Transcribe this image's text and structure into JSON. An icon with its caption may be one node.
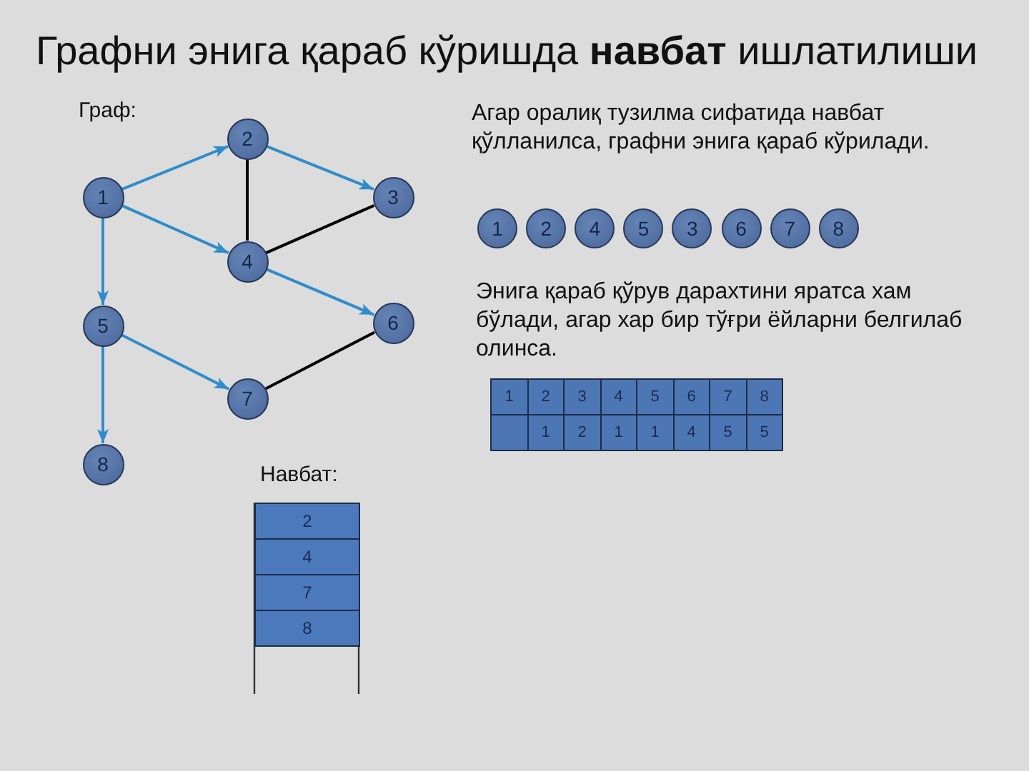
{
  "diagram": {
    "title": "Графни энига қараб кўришда **навбат** ишлатилиши",
    "nodes": [
      {
        "text": [
          "1"
        ]
      },
      {
        "text": [
          "2"
        ]
      },
      {
        "text": [
          "3"
        ]
      },
      {
        "text": [
          "4"
        ]
      },
      {
        "text": [
          "5"
        ]
      },
      {
        "text": [
          "6"
        ]
      },
      {
        "text": [
          "7"
        ]
      },
      {
        "text": [
          "8"
        ]
      },
      {
        "text": [
          "1"
        ]
      },
      {
        "text": [
          "2"
        ]
      },
      {
        "text": [
          "4"
        ]
      },
      {
        "text": [
          "5"
        ]
      },
      {
        "text": [
          "3"
        ]
      },
      {
        "text": [
          "6"
        ]
      },
      {
        "text": [
          "7"
        ]
      },
      {
        "text": [
          "8"
        ]
      }
    ],
    "edges": [
      {
        "from": 0,
        "to": 1,
        "arrow": "to"
      },
      {
        "from": 1,
        "to": 2,
        "arrow": "to"
      },
      {
        "from": 1,
        "to": 3,
        "arrow": "none",
        "color": "#000000"
      },
      {
        "from": 2,
        "to": 3,
        "arrow": "none",
        "color": "#000000"
      },
      {
        "from": 0,
        "to": 3,
        "arrow": "to"
      },
      {
        "from": 0,
        "to": 4,
        "arrow": "to"
      },
      {
        "from": 3,
        "to": 5,
        "arrow": "to"
      },
      {
        "from": 5,
        "to": 6,
        "arrow": "none",
        "color": "#000000"
      },
      {
        "from": 4,
        "to": 6,
        "arrow": "to"
      },
      {
        "from": 4,
        "to": 7,
        "arrow": "to"
      }
    ],
    "labels": [
      "Граф:",
      "Агар оралиқ тузилма сифатида навбат қўлланилса, графни энига қараб кўрилади.",
      "Энига қараб қўрув дарахтини яратса хам бўлади, агар хар бир тўғри ёйларни белгилаб олинса.",
      "1",
      "2",
      "3",
      "4",
      "5",
      "6",
      "7",
      "8",
      "1",
      "2",
      "1",
      "1",
      "4",
      "5",
      "5",
      "Навбат:",
      "2",
      "4",
      "7",
      "8"
    ]
  }
}
